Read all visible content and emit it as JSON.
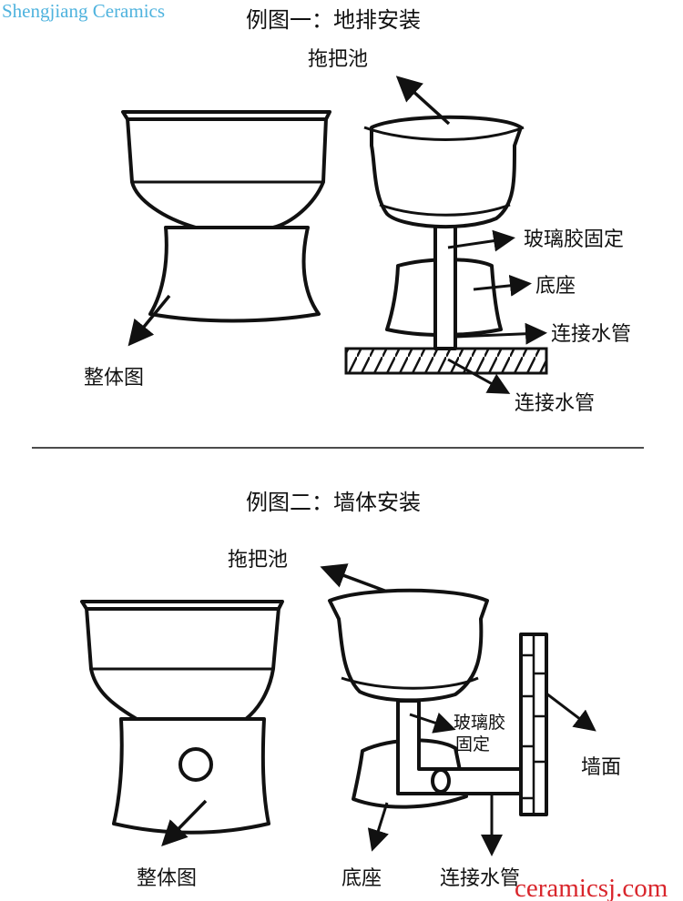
{
  "watermark_top": "Shengjiang Ceramics",
  "watermark_bottom": "ceramicsj.com",
  "example1": {
    "title": "例图一：地排安装",
    "labels": {
      "mop_sink": "拖把池",
      "whole_view": "整体图",
      "glass_glue": "玻璃胶固定",
      "base": "底座",
      "water_pipe_1": "连接水管",
      "water_pipe_2": "连接水管"
    }
  },
  "example2": {
    "title": "例图二：墙体安装",
    "labels": {
      "mop_sink": "拖把池",
      "whole_view": "整体图",
      "glass_glue_1": "玻璃胶",
      "glass_glue_2": "固定",
      "wall": "墙面",
      "base": "底座",
      "water_pipe": "连接水管"
    }
  }
}
